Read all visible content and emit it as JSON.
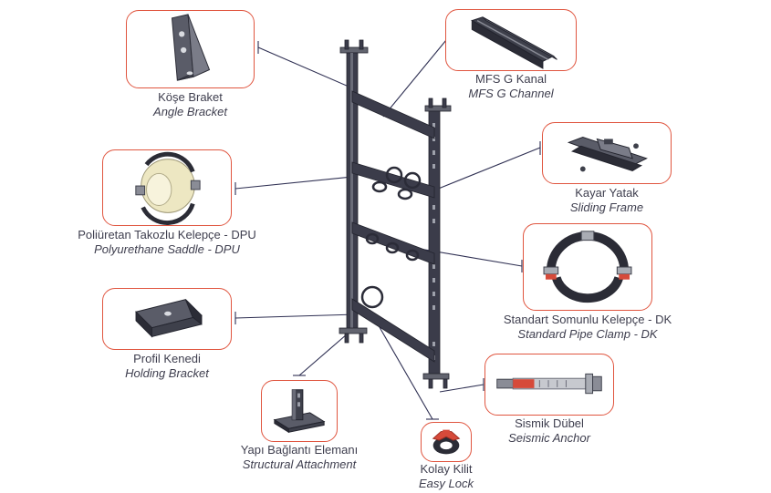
{
  "colors": {
    "accent": "#e0553f",
    "frame": "#3b3c4a",
    "leader": "#2e2f52",
    "component_gray": "#a9acb4"
  },
  "components": [
    {
      "id": "angle_bracket",
      "name_tr": "Köşe Braket",
      "name_en": "Angle Bracket",
      "icon": "angle-bracket-icon"
    },
    {
      "id": "mfs_g_channel",
      "name_tr": "MFS G Kanal",
      "name_en": "MFS G Channel",
      "icon": "g-channel-icon"
    },
    {
      "id": "sliding_frame",
      "name_tr": "Kayar Yatak",
      "name_en": "Sliding Frame",
      "icon": "sliding-frame-icon"
    },
    {
      "id": "pu_saddle",
      "name_tr": "Poliüretan Takozlu Kelepçe - DPU",
      "name_en": "Polyurethane Saddle - DPU",
      "icon": "polyurethane-saddle-icon"
    },
    {
      "id": "pipe_clamp",
      "name_tr": "Standart Somunlu Kelepçe - DK",
      "name_en": "Standard Pipe Clamp - DK",
      "icon": "pipe-clamp-icon"
    },
    {
      "id": "holding_bracket",
      "name_tr": "Profil Kenedi",
      "name_en": "Holding Bracket",
      "icon": "holding-bracket-icon"
    },
    {
      "id": "seismic_anchor",
      "name_tr": "Sismik Dübel",
      "name_en": "Seismic Anchor",
      "icon": "seismic-anchor-icon"
    },
    {
      "id": "structural_attachment",
      "name_tr": "Yapı Bağlantı Elemanı",
      "name_en": "Structural Attachment",
      "icon": "structural-attachment-icon"
    },
    {
      "id": "easy_lock",
      "name_tr": "Kolay Kilit",
      "name_en": "Easy Lock",
      "icon": "easy-lock-icon"
    }
  ]
}
